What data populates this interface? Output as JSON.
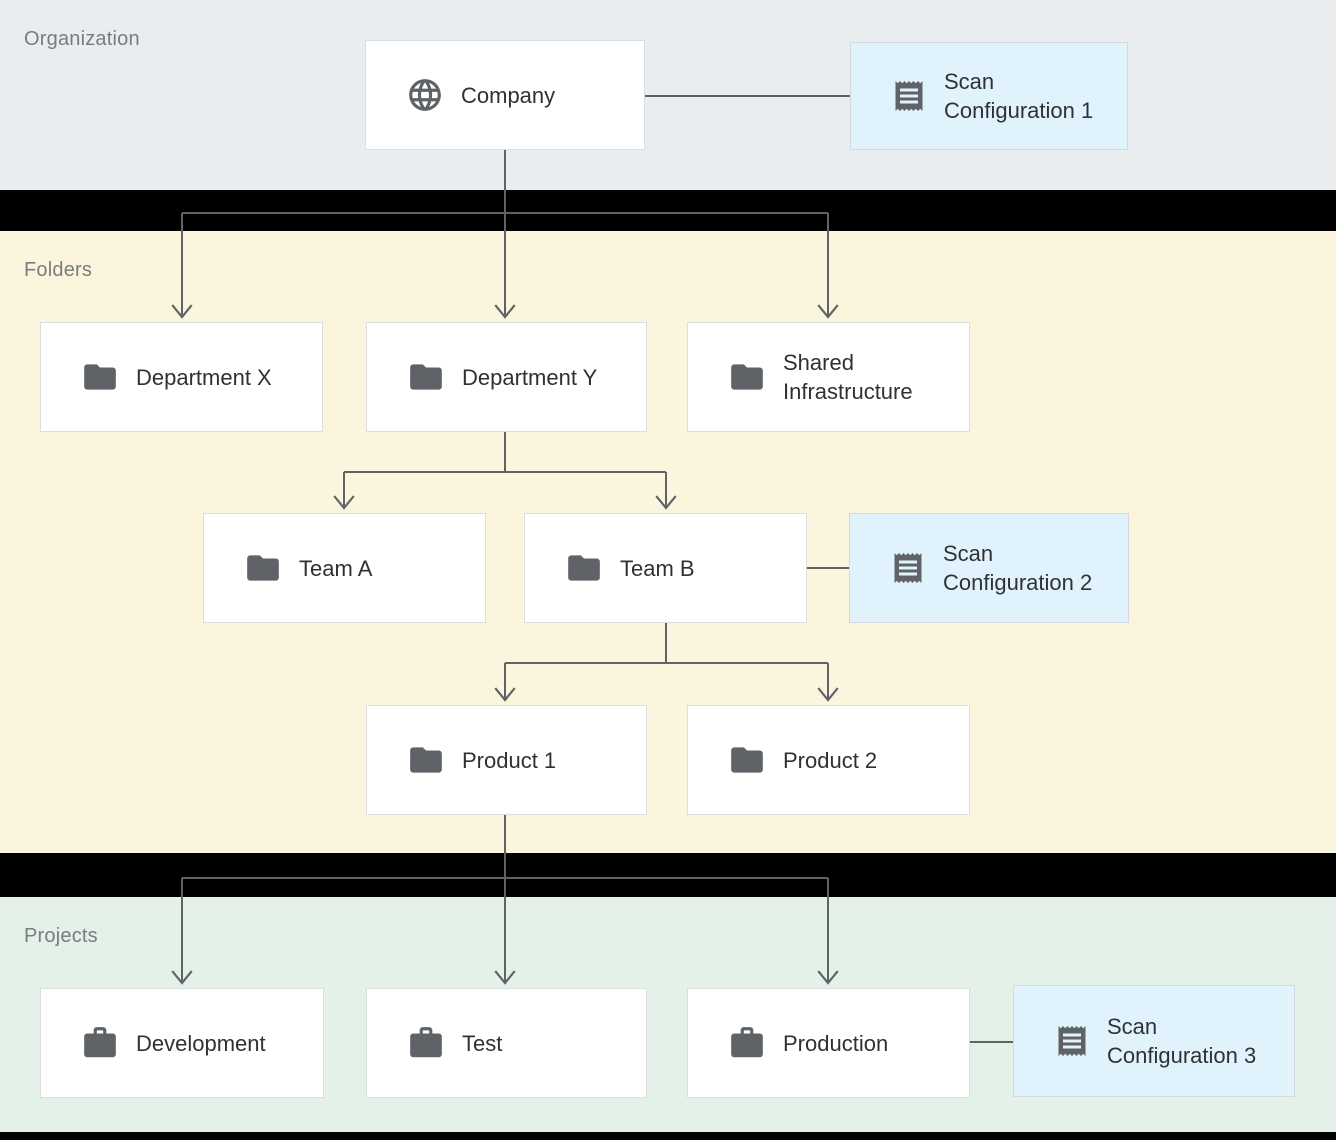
{
  "sections": {
    "organization": {
      "label": "Organization"
    },
    "folders": {
      "label": "Folders"
    },
    "projects": {
      "label": "Projects"
    }
  },
  "nodes": {
    "company": {
      "label": "Company",
      "icon": "globe-icon",
      "type": "organization"
    },
    "scan_config_1": {
      "label": "Scan Configuration 1",
      "icon": "receipt-icon",
      "type": "scan-configuration"
    },
    "department_x": {
      "label": "Department X",
      "icon": "folder-icon",
      "type": "folder"
    },
    "department_y": {
      "label": "Department Y",
      "icon": "folder-icon",
      "type": "folder"
    },
    "shared_infrastructure": {
      "label": "Shared Infrastructure",
      "icon": "folder-icon",
      "type": "folder"
    },
    "team_a": {
      "label": "Team A",
      "icon": "folder-icon",
      "type": "folder"
    },
    "team_b": {
      "label": "Team B",
      "icon": "folder-icon",
      "type": "folder"
    },
    "scan_config_2": {
      "label": "Scan Configuration 2",
      "icon": "receipt-icon",
      "type": "scan-configuration"
    },
    "product_1": {
      "label": "Product 1",
      "icon": "folder-icon",
      "type": "folder"
    },
    "product_2": {
      "label": "Product 2",
      "icon": "folder-icon",
      "type": "folder"
    },
    "development": {
      "label": "Development",
      "icon": "briefcase-icon",
      "type": "project"
    },
    "test": {
      "label": "Test",
      "icon": "briefcase-icon",
      "type": "project"
    },
    "production": {
      "label": "Production",
      "icon": "briefcase-icon",
      "type": "project"
    },
    "scan_config_3": {
      "label": "Scan Configuration 3",
      "icon": "receipt-icon",
      "type": "scan-configuration"
    }
  },
  "edges": [
    {
      "from": "company",
      "to": "department_x",
      "kind": "hierarchy"
    },
    {
      "from": "company",
      "to": "department_y",
      "kind": "hierarchy"
    },
    {
      "from": "company",
      "to": "shared_infrastructure",
      "kind": "hierarchy"
    },
    {
      "from": "department_y",
      "to": "team_a",
      "kind": "hierarchy"
    },
    {
      "from": "department_y",
      "to": "team_b",
      "kind": "hierarchy"
    },
    {
      "from": "team_b",
      "to": "product_1",
      "kind": "hierarchy"
    },
    {
      "from": "team_b",
      "to": "product_2",
      "kind": "hierarchy"
    },
    {
      "from": "product_1",
      "to": "development",
      "kind": "hierarchy"
    },
    {
      "from": "product_1",
      "to": "test",
      "kind": "hierarchy"
    },
    {
      "from": "product_1",
      "to": "production",
      "kind": "hierarchy"
    },
    {
      "from": "company",
      "to": "scan_config_1",
      "kind": "attachment"
    },
    {
      "from": "team_b",
      "to": "scan_config_2",
      "kind": "attachment"
    },
    {
      "from": "production",
      "to": "scan_config_3",
      "kind": "attachment"
    }
  ],
  "colors": {
    "organization_band": "#e9edf0",
    "folders_band": "#fcf5dd",
    "projects_band": "#e3f1e8",
    "separator": "#000000",
    "node_bg": "#ffffff",
    "scan_config_bg": "#e0f3fc",
    "node_border": "#dcdddf",
    "connector": "#5f6368",
    "icon": "#5f6368",
    "label_text": "#2f3134",
    "section_label_text": "#797c80"
  }
}
